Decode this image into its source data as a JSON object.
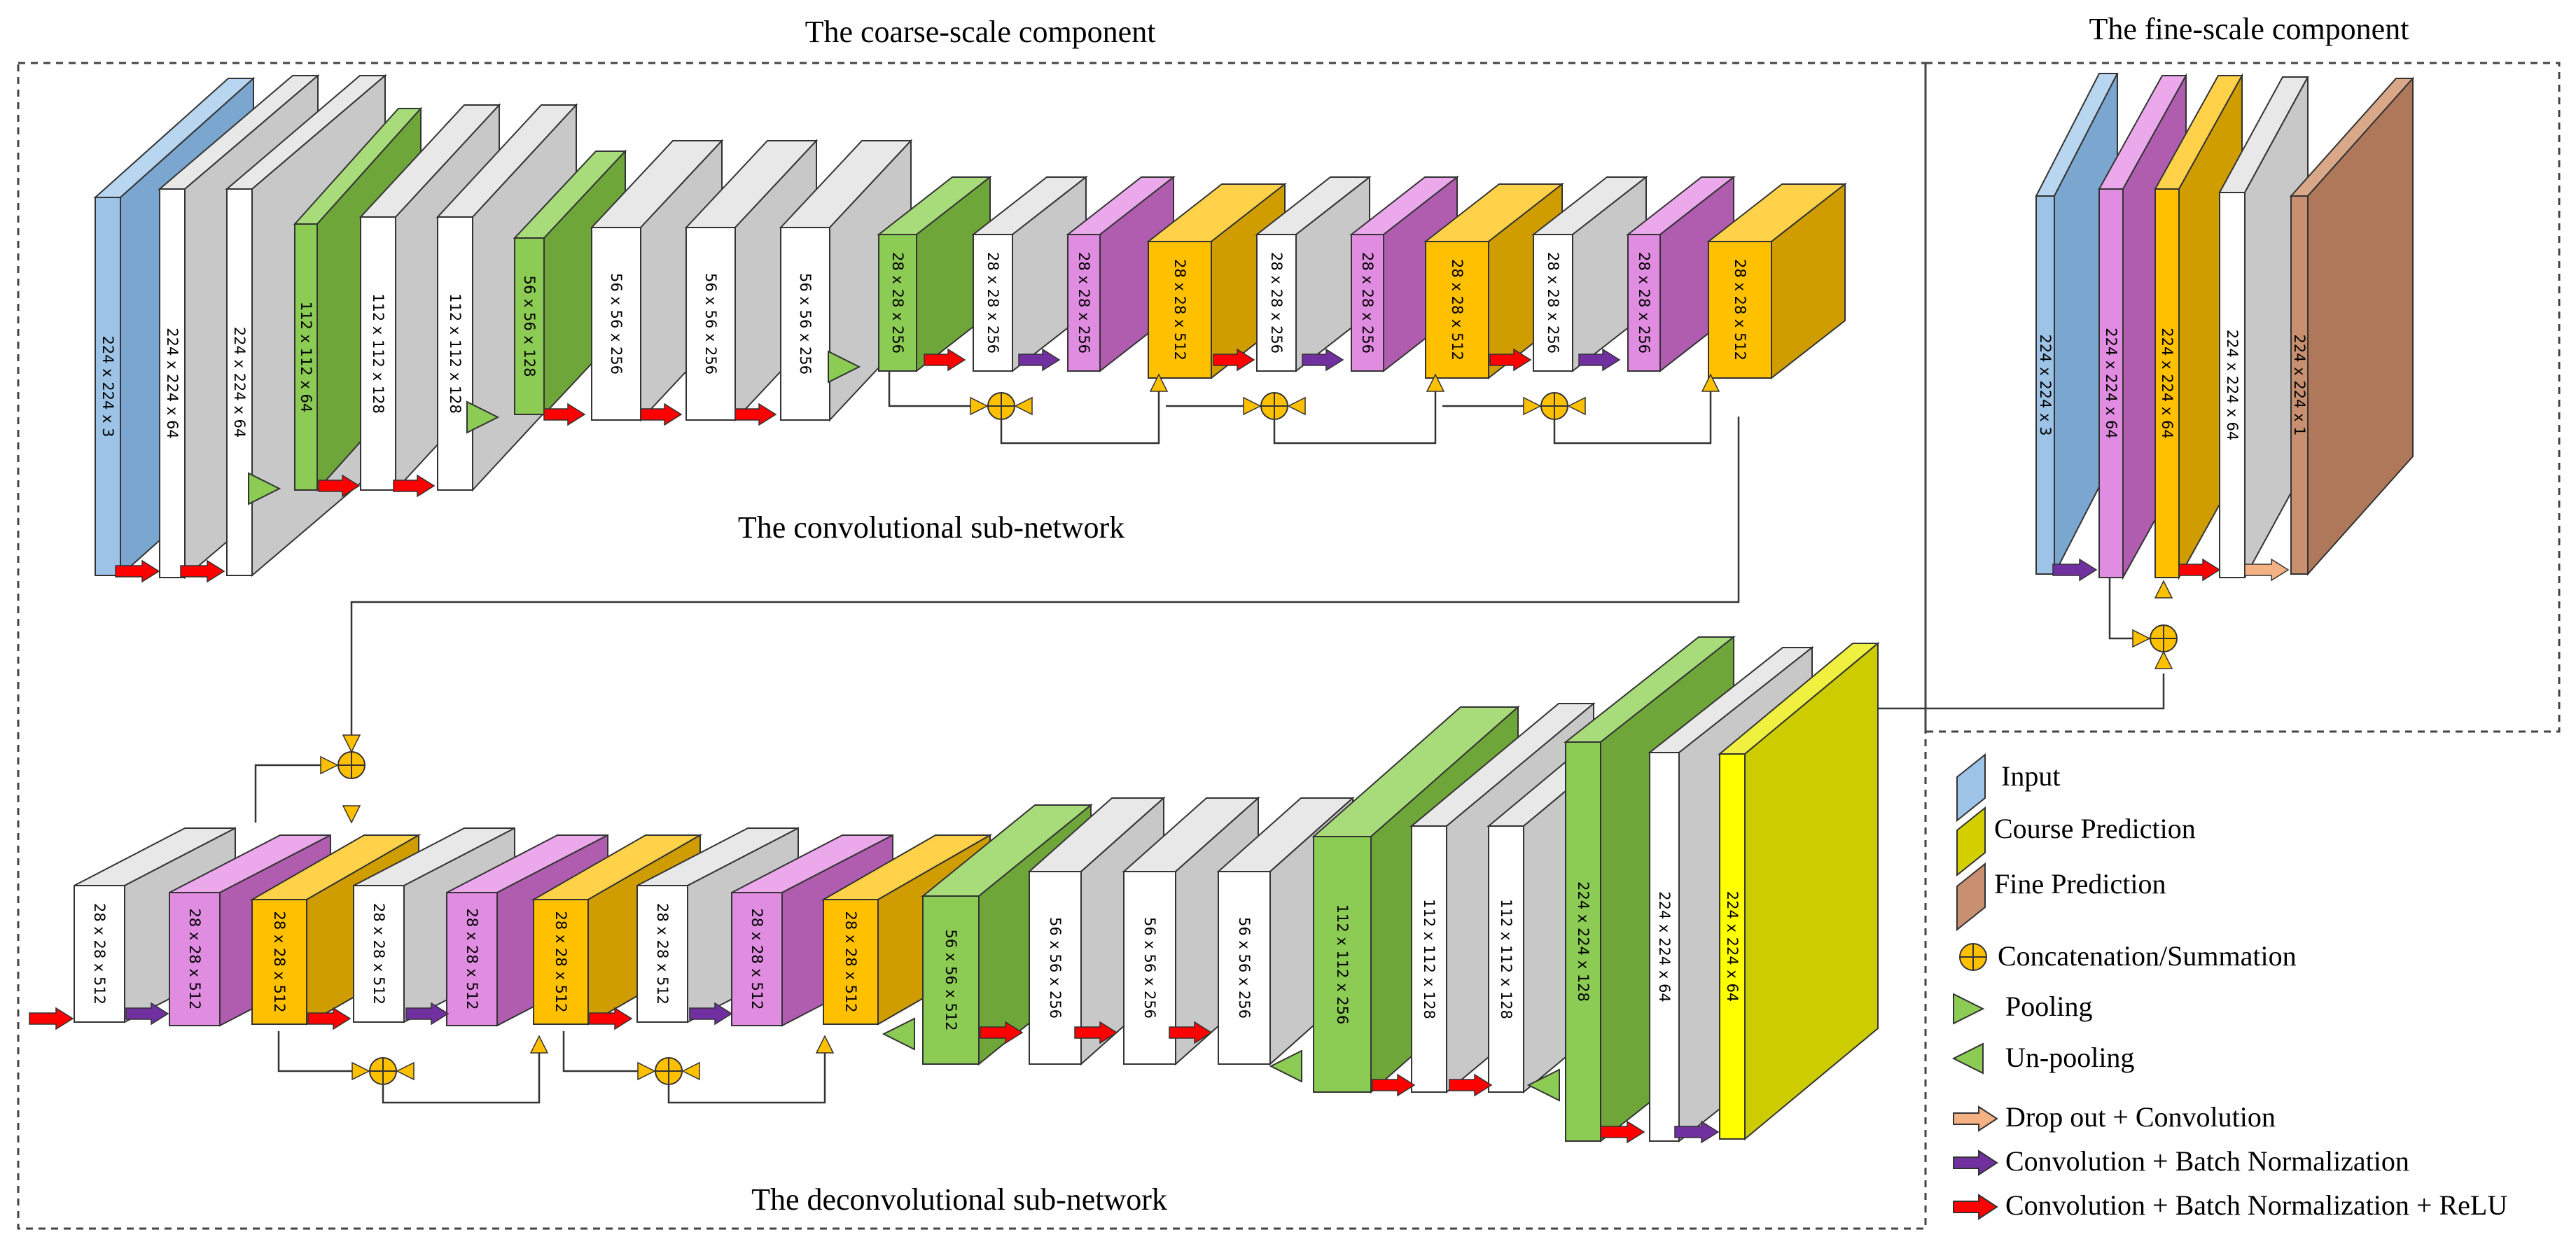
{
  "titles": {
    "coarse": "The coarse-scale component",
    "fine": "The fine-scale component",
    "conv": "The convolutional sub-network",
    "deconv": "The deconvolutional sub-network"
  },
  "colors": {
    "blue": "#9dc3e6",
    "white": "#ffffff",
    "gray": "#c8c8c8",
    "green": "#8ccc55",
    "green_side": "#6ea63a",
    "yellow": "#ffc000",
    "yellow_side": "#d09d00",
    "purple": "#e08ce0",
    "purple_side": "#b05db0",
    "lime": "#ffff00",
    "lime_side": "#cccc00",
    "brown": "#c89070",
    "arrow_red": "#ff0000",
    "arrow_purple": "#7030a0",
    "arrow_peach": "#f4b183"
  },
  "coarse": {
    "conv_layers": [
      {
        "label": "224 x 224 x 3",
        "color": "blue"
      },
      {
        "label": "224 x 224 x 64",
        "color": "white"
      },
      {
        "label": "224 x 224 x 64",
        "color": "white"
      },
      {
        "label": "112 x 112 x 64",
        "color": "green"
      },
      {
        "label": "112 x 112 x 128",
        "color": "white"
      },
      {
        "label": "112 x 112 x 128",
        "color": "white"
      },
      {
        "label": "56 x 56 x 128",
        "color": "green"
      },
      {
        "label": "56 x 56 x 256",
        "color": "white"
      },
      {
        "label": "56 x 56 x 256",
        "color": "white"
      },
      {
        "label": "56 x 56 x 256",
        "color": "white"
      },
      {
        "label": "28 x 28 x 256",
        "color": "green"
      },
      {
        "label": "28 x 28 x 256",
        "color": "white"
      },
      {
        "label": "28 x 28 x 256",
        "color": "purple"
      },
      {
        "label": "28 x 28 x 512",
        "color": "yellow"
      },
      {
        "label": "28 x 28 x 256",
        "color": "white"
      },
      {
        "label": "28 x 28 x 256",
        "color": "purple"
      },
      {
        "label": "28 x 28 x 512",
        "color": "yellow"
      },
      {
        "label": "28 x 28 x 256",
        "color": "white"
      },
      {
        "label": "28 x 28 x 256",
        "color": "purple"
      },
      {
        "label": "28 x 28 x 512",
        "color": "yellow"
      }
    ],
    "deconv_layers": [
      {
        "label": "28 x 28 x 512",
        "color": "white"
      },
      {
        "label": "28 x 28 x 512",
        "color": "purple"
      },
      {
        "label": "28 x 28 x 512",
        "color": "yellow"
      },
      {
        "label": "28 x 28 x 512",
        "color": "white"
      },
      {
        "label": "28 x 28 x 512",
        "color": "purple"
      },
      {
        "label": "28 x 28 x 512",
        "color": "yellow"
      },
      {
        "label": "28 x 28 x 512",
        "color": "white"
      },
      {
        "label": "28 x 28 x 512",
        "color": "purple"
      },
      {
        "label": "28 x 28 x 512",
        "color": "yellow"
      },
      {
        "label": "56 x 56 x 512",
        "color": "green"
      },
      {
        "label": "56 x 56 x 256",
        "color": "white"
      },
      {
        "label": "56 x 56 x 256",
        "color": "white"
      },
      {
        "label": "56 x 56 x 256",
        "color": "white"
      },
      {
        "label": "112 x 112 x 256",
        "color": "green"
      },
      {
        "label": "112 x 112 x 128",
        "color": "white"
      },
      {
        "label": "112 x 112 x 128",
        "color": "white"
      },
      {
        "label": "224 x 224 x 128",
        "color": "green"
      },
      {
        "label": "224 x 224 x 64",
        "color": "white"
      },
      {
        "label": "224 x 224 x 64",
        "color": "lime"
      }
    ]
  },
  "fine": {
    "layers": [
      {
        "label": "224 x 224 x 3",
        "color": "blue"
      },
      {
        "label": "224 x 224 x 64",
        "color": "purple"
      },
      {
        "label": "224 x 224 x 64",
        "color": "yellow"
      },
      {
        "label": "224 x 224 x 64",
        "color": "white"
      },
      {
        "label": "224 x 224 x 1",
        "color": "brown"
      }
    ]
  },
  "legend": {
    "input": "Input",
    "course_prediction": "Course Prediction",
    "fine_prediction": "Fine Prediction",
    "concat": "Concatenation/Summation",
    "pooling": "Pooling",
    "unpooling": "Un-pooling",
    "dropout_conv": "Drop out + Convolution",
    "conv_bn": "Convolution + Batch Normalization",
    "conv_bn_relu": "Convolution + Batch Normalization + ReLU"
  }
}
